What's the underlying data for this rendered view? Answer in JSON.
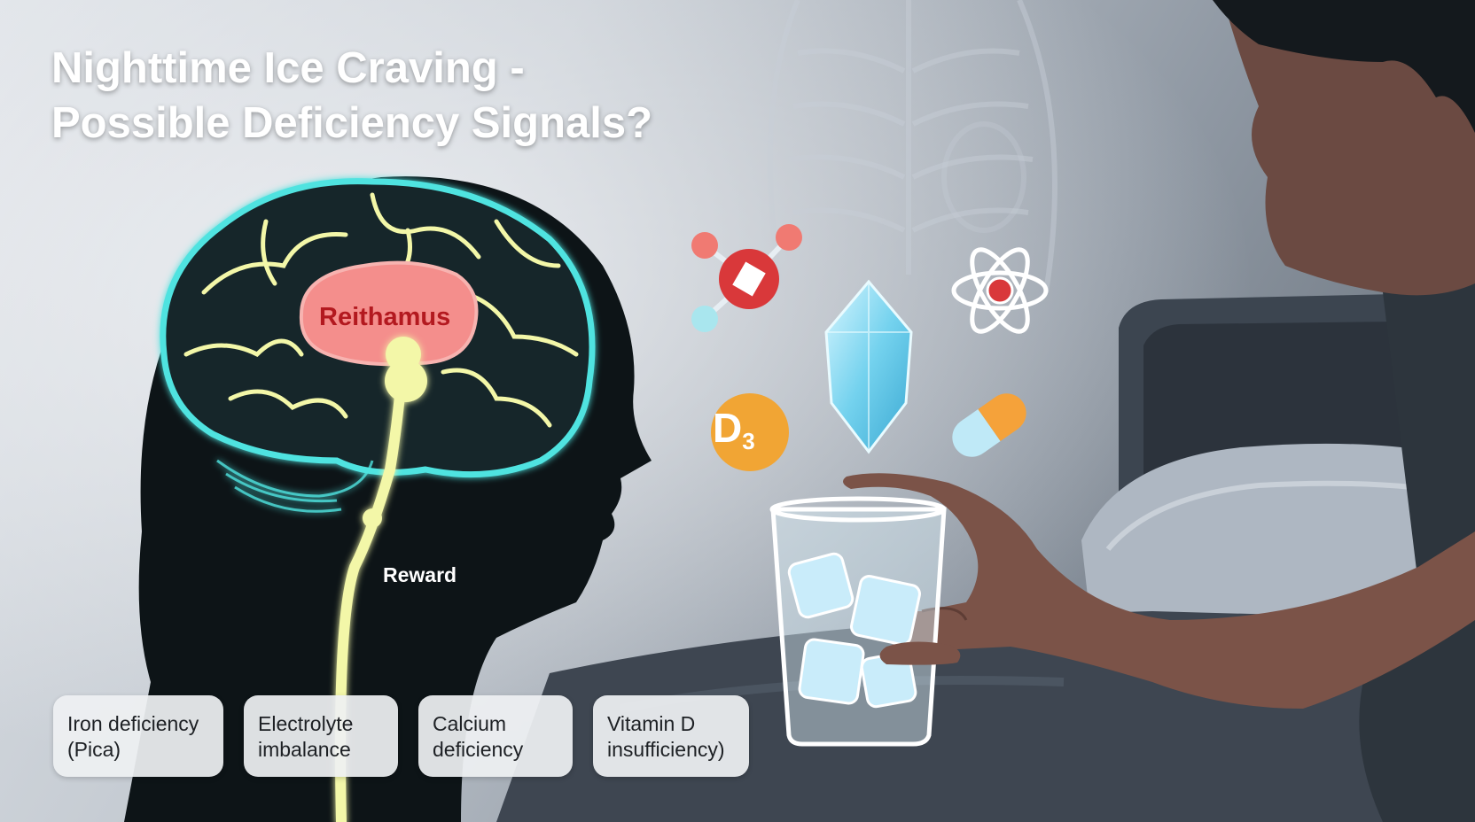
{
  "title": {
    "line1": "Nighttime Ice Craving -",
    "line2": "Possible Deficiency Signals?"
  },
  "brain": {
    "region_label": "Reithamus",
    "pathway_label": "Reward"
  },
  "icons": [
    "molecule-icon",
    "atom-icon",
    "crystal-icon",
    "vitamin-d3-icon",
    "capsule-icon",
    "ice-glass-icon"
  ],
  "vitamin_badge": {
    "letter": "D",
    "sub": "3"
  },
  "deficiencies": [
    {
      "line1": "Iron deficiency",
      "line2": "(Pica)"
    },
    {
      "line1": "Electrolyte",
      "line2": "imbalance"
    },
    {
      "line1": "Calcium",
      "line2": "deficiency"
    },
    {
      "line1": "Vitamin D",
      "line2": "insufficiency)"
    }
  ],
  "colors": {
    "brain_glow": "#4fe3e0",
    "neural_paths": "#f3f7a8",
    "region": "#f48e8c",
    "capsule": "#f5a23a",
    "d3_badge": "#f1a534",
    "molecule": "#d9383a"
  }
}
